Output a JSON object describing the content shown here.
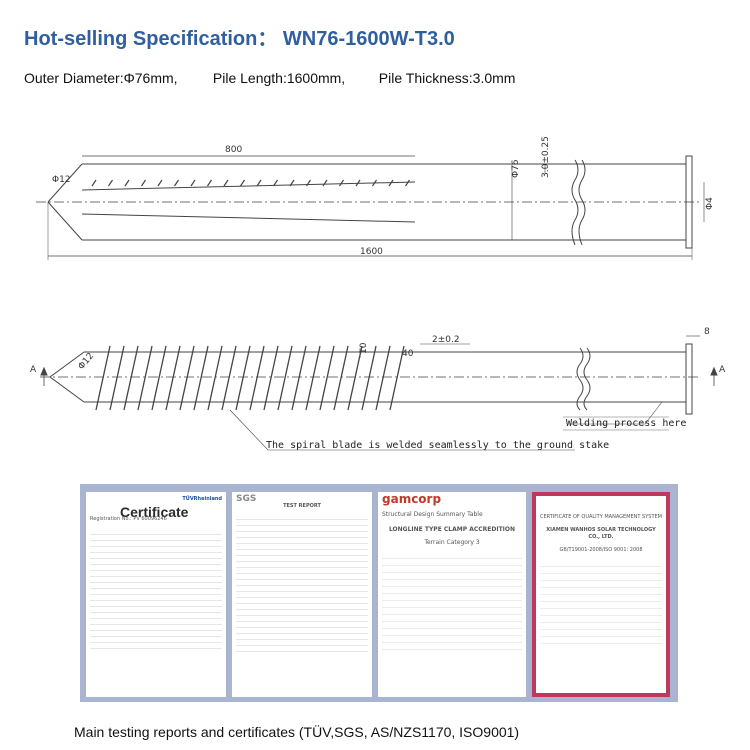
{
  "header": {
    "title": "Hot-selling Specification：  WN76-1600W-T3.0"
  },
  "specs": {
    "outer_diameter": "Outer Diameter:Φ76mm,",
    "pile_length": "Pile Length:1600mm,",
    "pile_thickness": "Pile Thickness:3.0mm"
  },
  "drawing_top": {
    "dim_800": "800",
    "dim_phi12": "Φ12",
    "dim_phi76": "Φ76",
    "dim_thickness": "3.0±0.25",
    "dim_phi4": "Φ4",
    "dim_1600": "1600"
  },
  "drawing_bottom": {
    "dim_phi12": "Φ12",
    "dim_10": "10",
    "dim_40": "40",
    "dim_2": "2±0.2",
    "dim_8": "8",
    "label_a": "A",
    "welding_note": "Welding process here",
    "spiral_note": "The spiral blade is welded seamlessly to the ground stake"
  },
  "certificates": {
    "tuv": {
      "brand": "TÜVRheinland",
      "heading": "Certificate",
      "reg": "Registration No.: PV 60096246"
    },
    "sgs": {
      "brand": "SGS",
      "heading": "TEST REPORT"
    },
    "gamcorp": {
      "brand": "gamcorp",
      "heading": "Structural Design Summary Table",
      "sub": "LONGLINE TYPE CLAMP ACCREDITION",
      "terrain": "Terrain Category 3"
    },
    "iso": {
      "heading": "CERTIFICATE OF QUALITY MANAGEMENT SYSTEM",
      "company": "XIAMEN WANHOS SOLAR TECHNOLOGY CO., LTD.",
      "standard": "GB/T19001-2008/ISO 9001: 2008"
    }
  },
  "footer": {
    "caption": "Main testing reports and certificates (TÜV,SGS, AS/NZS1170, ISO9001)"
  },
  "colors": {
    "title": "#2f5f9e",
    "cert_frame": "#a8b4d0"
  }
}
